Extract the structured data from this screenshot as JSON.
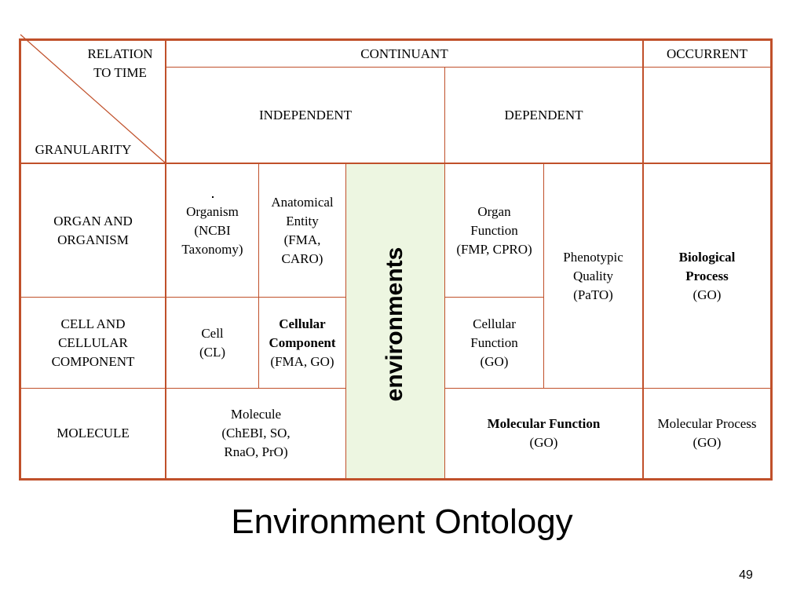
{
  "corner": {
    "relation_to_time": "RELATION\nTO TIME",
    "granularity": "GRANULARITY"
  },
  "headers": {
    "continuant": "CONTINUANT",
    "occurrent": "OCCURRENT",
    "independent": "INDEPENDENT",
    "dependent": "DEPENDENT"
  },
  "rows": {
    "organ": {
      "label": "ORGAN AND\nORGANISM",
      "organism": "Organism\n(NCBI\nTaxonomy)",
      "anatomical": "Anatomical\nEntity\n(FMA,\nCARO)",
      "organ_function": "Organ\nFunction\n(FMP, CPRO)"
    },
    "cell": {
      "label": "CELL AND\nCELLULAR\nCOMPONENT",
      "cell": "Cell\n(CL)",
      "component_bold": "Cellular\nComponent",
      "component_rest": "(FMA, GO)",
      "cell_function": "Cellular\nFunction\n(GO)"
    },
    "molecule": {
      "label": "MOLECULE",
      "molecule": "Molecule\n(ChEBI, SO,\nRnaO, PrO)",
      "function_bold": "Molecular Function",
      "function_rest": "(GO)",
      "process": "Molecular Process\n(GO)"
    }
  },
  "merged": {
    "phenotypic": "Phenotypic\nQuality\n(PaTO)",
    "bio_bold": "Biological\nProcess",
    "bio_rest": "(GO)"
  },
  "environments": "environments",
  "title": "Environment Ontology",
  "page_number": "49",
  "colors": {
    "grid": "#c0502a",
    "env_band": "#edf6e1"
  }
}
